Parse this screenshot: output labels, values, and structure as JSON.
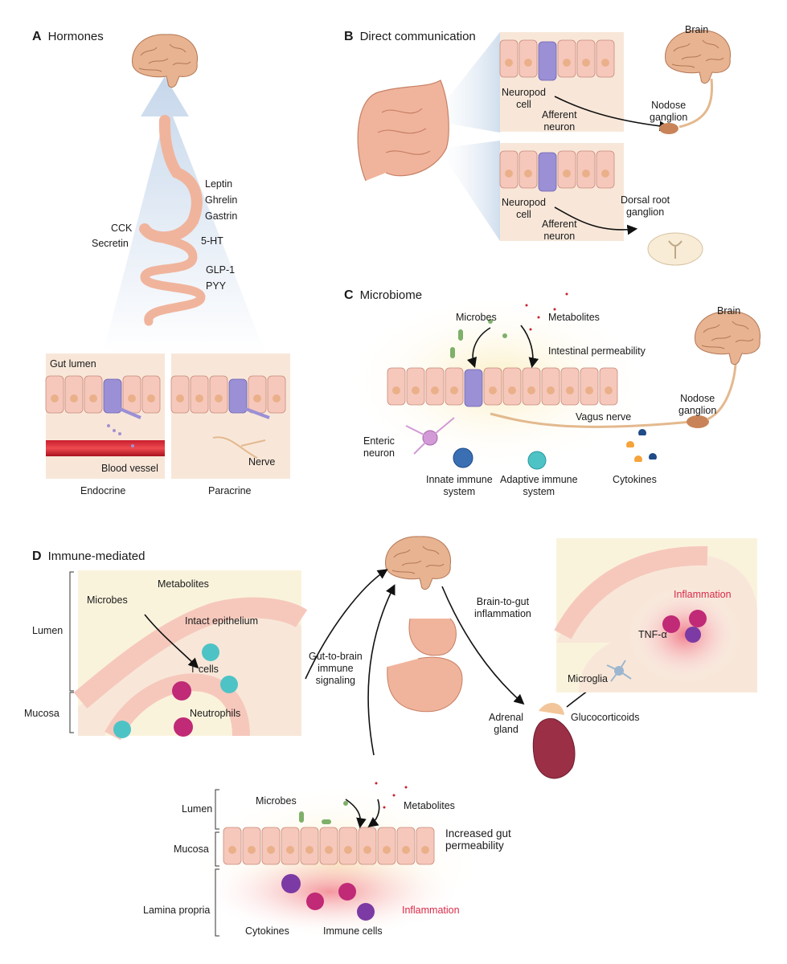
{
  "panels": {
    "a": {
      "letter": "A",
      "title": "Hormones"
    },
    "b": {
      "letter": "B",
      "title": "Direct communication"
    },
    "c": {
      "letter": "C",
      "title": "Microbiome"
    },
    "d": {
      "letter": "D",
      "title": "Immune-mediated"
    }
  },
  "a": {
    "hormones_right": [
      "Leptin",
      "Ghrelin",
      "Gastrin"
    ],
    "hormones_left": [
      "CCK",
      "Secretin"
    ],
    "serotonin": "5-HT",
    "hormones_lower": [
      "GLP-1",
      "PYY"
    ],
    "gut_lumen": "Gut lumen",
    "blood_vessel": "Blood vessel",
    "nerve": "Nerve",
    "endocrine": "Endocrine",
    "paracrine": "Paracrine"
  },
  "b": {
    "brain": "Brain",
    "neuropod_cell": "Neuropod\ncell",
    "afferent_neuron": "Afferent\nneuron",
    "nodose_ganglion": "Nodose\nganglion",
    "dorsal_root_ganglion": "Dorsal root\nganglion"
  },
  "c": {
    "brain": "Brain",
    "microbes": "Microbes",
    "metabolites": "Metabolites",
    "intestinal_permeability": "Intestinal permeability",
    "nodose_ganglion": "Nodose\nganglion",
    "vagus_nerve": "Vagus nerve",
    "enteric_neuron": "Enteric\nneuron",
    "innate_immune": "Innate immune\nsystem",
    "adaptive_immune": "Adaptive immune\nsystem",
    "cytokines": "Cytokines"
  },
  "d": {
    "metabolites": "Metabolites",
    "microbes": "Microbes",
    "intact_epithelium": "Intact epithelium",
    "lumen": "Lumen",
    "t_cells": "T cells",
    "neutrophils": "Neutrophils",
    "mucosa": "Mucosa",
    "gut_to_brain": "Gut-to-brain\nimmune\nsignaling",
    "brain_to_gut": "Brain-to-gut\ninflammation",
    "inflammation": "Inflammation",
    "tnf": "TNF-α",
    "microglia": "Microglia",
    "adrenal_gland": "Adrenal\ngland",
    "glucocorticoids": "Glucocorticoids",
    "bottom_lumen": "Lumen",
    "bottom_microbes": "Microbes",
    "bottom_metabolites": "Metabolites",
    "increased_permeability": "Increased gut\npermeability",
    "bottom_mucosa": "Mucosa",
    "lamina_propria": "Lamina propria",
    "bottom_inflammation": "Inflammation",
    "bottom_cytokines": "Cytokines",
    "immune_cells": "Immune cells"
  },
  "colors": {
    "epithelium": "#f6c8bc",
    "neuropod": "#9b8fd6",
    "brain": "#e8b391",
    "tissue_bg": "#f8e7d9",
    "panel_bg": "#faf3dc",
    "inflammation": "#d92b4a"
  }
}
